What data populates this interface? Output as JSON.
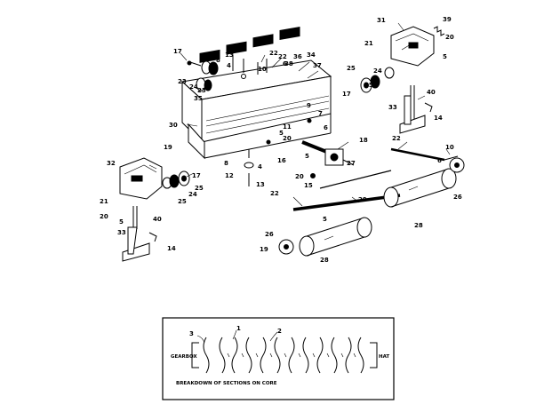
{
  "callouts": [
    {
      "id": "c17a",
      "label": "17"
    },
    {
      "id": "c13a",
      "label": "13"
    },
    {
      "id": "c22a",
      "label": "22"
    },
    {
      "id": "c22b",
      "label": "22"
    },
    {
      "id": "c36",
      "label": "36"
    },
    {
      "id": "c34",
      "label": "34"
    },
    {
      "id": "c38",
      "label": "38"
    },
    {
      "id": "c37",
      "label": "37"
    },
    {
      "id": "c25a",
      "label": "25"
    },
    {
      "id": "c8a",
      "label": "8"
    },
    {
      "id": "c4a",
      "label": "4"
    },
    {
      "id": "c10a",
      "label": "10"
    },
    {
      "id": "c6a",
      "label": "6"
    },
    {
      "id": "c23a",
      "label": "23"
    },
    {
      "id": "c24a",
      "label": "24"
    },
    {
      "id": "c23b",
      "label": "23"
    },
    {
      "id": "c35",
      "label": "35"
    },
    {
      "id": "c21a",
      "label": "21"
    },
    {
      "id": "c31",
      "label": "31"
    },
    {
      "id": "c39",
      "label": "39"
    },
    {
      "id": "c20a",
      "label": "20"
    },
    {
      "id": "c5a",
      "label": "5"
    },
    {
      "id": "c24b",
      "label": "24"
    },
    {
      "id": "c25b",
      "label": "25"
    },
    {
      "id": "c17b",
      "label": "17"
    },
    {
      "id": "c40a",
      "label": "40"
    },
    {
      "id": "c33a",
      "label": "33"
    },
    {
      "id": "c14a",
      "label": "14"
    },
    {
      "id": "c9",
      "label": "9"
    },
    {
      "id": "c7",
      "label": "7"
    },
    {
      "id": "c30",
      "label": "30"
    },
    {
      "id": "c11",
      "label": "11"
    },
    {
      "id": "c5b",
      "label": "5"
    },
    {
      "id": "c20b",
      "label": "20"
    },
    {
      "id": "c6b",
      "label": "6"
    },
    {
      "id": "c18",
      "label": "18"
    },
    {
      "id": "c19a",
      "label": "19"
    },
    {
      "id": "c16",
      "label": "16"
    },
    {
      "id": "c5c",
      "label": "5"
    },
    {
      "id": "c27",
      "label": "27"
    },
    {
      "id": "c8b",
      "label": "8"
    },
    {
      "id": "c4b",
      "label": "4"
    },
    {
      "id": "c22c",
      "label": "22"
    },
    {
      "id": "c6c",
      "label": "6"
    },
    {
      "id": "c10b",
      "label": "10"
    },
    {
      "id": "c32",
      "label": "32"
    },
    {
      "id": "c17c",
      "label": "17"
    },
    {
      "id": "c12",
      "label": "12"
    },
    {
      "id": "c13b",
      "label": "13"
    },
    {
      "id": "c20c",
      "label": "20"
    },
    {
      "id": "c15",
      "label": "15"
    },
    {
      "id": "c24c",
      "label": "24"
    },
    {
      "id": "c25c",
      "label": "25"
    },
    {
      "id": "c25d",
      "label": "25"
    },
    {
      "id": "c21b",
      "label": "21"
    },
    {
      "id": "c20d",
      "label": "20"
    },
    {
      "id": "c5d",
      "label": "5"
    },
    {
      "id": "c40b",
      "label": "40"
    },
    {
      "id": "c22d",
      "label": "22"
    },
    {
      "id": "c29",
      "label": "29"
    },
    {
      "id": "c26a",
      "label": "26"
    },
    {
      "id": "c28a",
      "label": "28"
    },
    {
      "id": "c5e",
      "label": "5"
    },
    {
      "id": "c33b",
      "label": "33"
    },
    {
      "id": "c14b",
      "label": "14"
    },
    {
      "id": "c26b",
      "label": "26"
    },
    {
      "id": "c19b",
      "label": "19"
    },
    {
      "id": "c28b",
      "label": "28"
    }
  ],
  "inset": {
    "left_label": "GEARBOX",
    "right_label": "HAT",
    "caption": "BREAKDOWN OF SECTIONS ON CORE",
    "callout_1": "1",
    "callout_2": "2",
    "callout_3": "3"
  }
}
